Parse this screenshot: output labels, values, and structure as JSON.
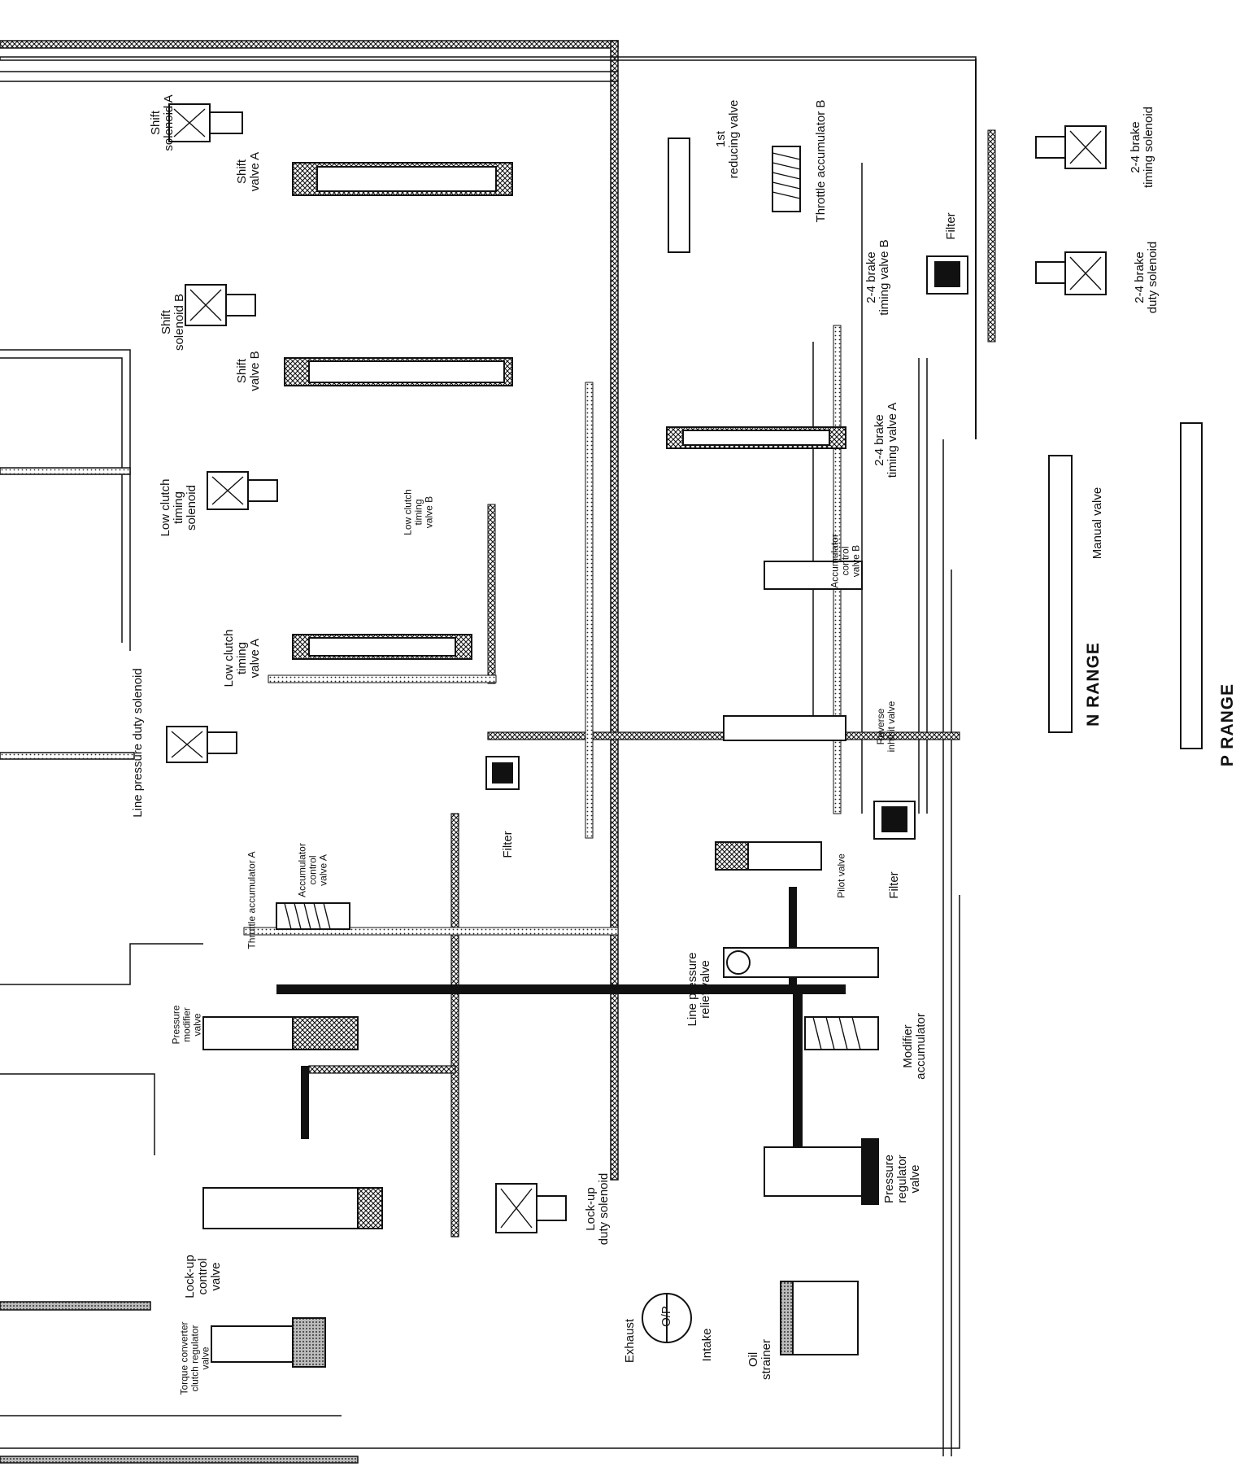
{
  "diagram": {
    "title": "",
    "ink_color": "#111111",
    "labels": {
      "shift_solenoid_a": [
        "Shift",
        "solenoid A"
      ],
      "shift_valve_a": [
        "Shift",
        "valve A"
      ],
      "shift_solenoid_b": [
        "Shift",
        "solenoid B"
      ],
      "shift_valve_b": [
        "Shift",
        "valve B"
      ],
      "low_clutch_timing_solenoid": [
        "Low clutch",
        "timing",
        "solenoid"
      ],
      "low_clutch_timing_valve_b": [
        "Low clutch",
        "timing",
        "valve B"
      ],
      "low_clutch_timing_valve_a": [
        "Low clutch",
        "timing",
        "valve A"
      ],
      "line_pressure_duty_solenoid": [
        "Line pressure duty solenoid"
      ],
      "accumulator_control_valve_a": [
        "Accumulator",
        "control",
        "valve A"
      ],
      "throttle_accumulator_a": [
        "Throttle accumulator A"
      ],
      "filter_center": [
        "Filter"
      ],
      "pressure_modifier_valve": [
        "Pressure",
        "modifier",
        "valve"
      ],
      "lockup_control_valve": [
        "Lock-up",
        "control",
        "valve"
      ],
      "torque_converter_clutch_regulator_valve": [
        "Torque converter",
        "clutch regulator",
        "valve"
      ],
      "lockup_duty_solenoid": [
        "Lock-up",
        "duty solenoid"
      ],
      "first_reducing_valve": [
        "1st",
        "reducing valve"
      ],
      "throttle_accumulator_b": [
        "Throttle accumulator B"
      ],
      "brake_timing_valve_b": [
        "2-4 brake",
        "timing valve B"
      ],
      "filter_upper": [
        "Filter"
      ],
      "brake_timing_solenoid": [
        "2-4 brake",
        "timing solenoid"
      ],
      "brake_duty_solenoid": [
        "2-4 brake",
        "duty solenoid"
      ],
      "brake_timing_valve_a": [
        "2-4 brake",
        "timing valve A"
      ],
      "accumulator_control_valve_b": [
        "Accumulator",
        "control",
        "valve B"
      ],
      "reverse_inhibit_valve": [
        "Reverse",
        "inhibit valve"
      ],
      "manual_valve": [
        "Manual valve"
      ],
      "n_range": [
        "N  RANGE"
      ],
      "p_range": [
        "P RANGE"
      ],
      "pilot_valve": [
        "Pilot valve"
      ],
      "filter_lower": [
        "Filter"
      ],
      "line_pressure_relief_valve": [
        "Line pressure",
        "relief valve"
      ],
      "modifier_accumulator": [
        "Modifier",
        "accumulator"
      ],
      "pressure_regulator_valve": [
        "Pressure",
        "regulator",
        "valve"
      ],
      "exhaust": [
        "Exhaust"
      ],
      "intake": [
        "Intake"
      ],
      "oil_strainer": [
        "Oil",
        "strainer"
      ],
      "oil_pump": [
        "O/P"
      ]
    }
  }
}
